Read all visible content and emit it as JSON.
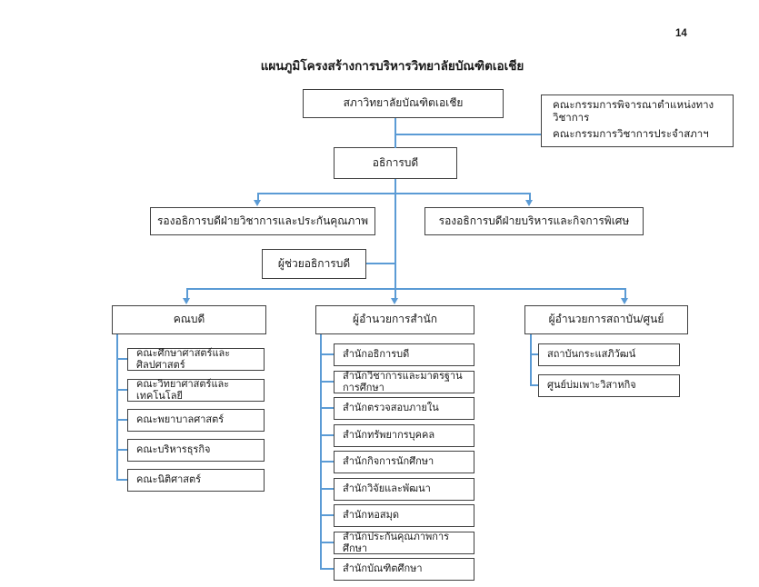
{
  "page_number": "14",
  "title": "แผนภูมิโครงสร้างการบริหารวิทยาลัยบัณฑิตเอเชีย",
  "colors": {
    "connector": "#5b9bd5",
    "box_border": "#3f3f3f"
  },
  "nodes": {
    "council": "สภาวิทยาลัยบัณฑิตเอเชีย",
    "committee_line1": "คณะกรรมการพิจารณาตำแหน่งทางวิชาการ",
    "committee_line2": "คณะกรรมการวิชาการประจำสภาฯ",
    "president": "อธิการบดี",
    "vp_academic": "รองอธิการบดีฝ่ายวิชาการและประกันคุณภาพ",
    "vp_admin": "รองอธิการบดีฝ่ายบริหารและกิจการพิเศษ",
    "assistant_president": "ผู้ช่วยอธิการบดี",
    "deans_header": "คณบดี",
    "offices_header": "ผู้อำนวยการสำนัก",
    "institutes_header": "ผู้อำนวยการสถาบัน/ศูนย์",
    "faculties": [
      "คณะศึกษาศาสตร์และศิลปศาสตร์",
      "คณะวิทยาศาสตร์และเทคโนโลยี",
      "คณะพยาบาลศาสตร์",
      "คณะบริหารธุรกิจ",
      "คณะนิติศาสตร์"
    ],
    "offices": [
      "สำนักอธิการบดี",
      "สำนักวิชาการและมาตรฐานการศึกษา",
      "สำนักตรวจสอบภายใน",
      "สำนักทรัพยากรบุคคล",
      "สำนักกิจการนักศึกษา",
      "สำนักวิจัยและพัฒนา",
      "สำนักหอสมุด",
      "สำนักประกันคุณภาพการศึกษา",
      "สำนักบัณฑิตศึกษา"
    ],
    "institutes": [
      "สถาบันกระแสภิวัฒน์",
      "ศูนย์บ่มเพาะวิสาหกิจ"
    ]
  }
}
